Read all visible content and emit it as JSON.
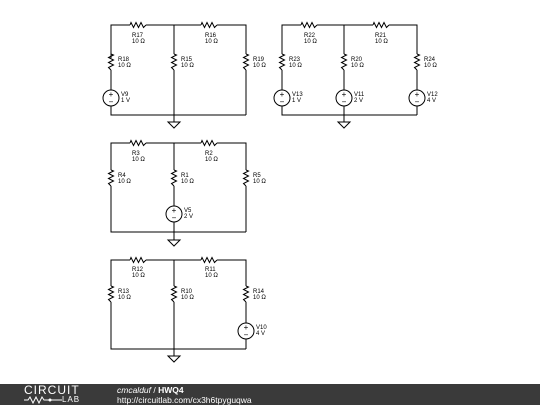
{
  "circuits": [
    {
      "id": "top-left",
      "resistors": [
        {
          "name": "R17",
          "value": "10 Ω"
        },
        {
          "name": "R16",
          "value": "10 Ω"
        },
        {
          "name": "R18",
          "value": "10 Ω"
        },
        {
          "name": "R15",
          "value": "10 Ω"
        },
        {
          "name": "R19",
          "value": "10 Ω"
        }
      ],
      "sources": [
        {
          "name": "V9",
          "value": "1 V"
        }
      ]
    },
    {
      "id": "top-right",
      "resistors": [
        {
          "name": "R22",
          "value": "10 Ω"
        },
        {
          "name": "R21",
          "value": "10 Ω"
        },
        {
          "name": "R23",
          "value": "10 Ω"
        },
        {
          "name": "R20",
          "value": "10 Ω"
        },
        {
          "name": "R24",
          "value": "10 Ω"
        }
      ],
      "sources": [
        {
          "name": "V13",
          "value": "1 V"
        },
        {
          "name": "V11",
          "value": "2 V"
        },
        {
          "name": "V12",
          "value": "4 V"
        }
      ]
    },
    {
      "id": "middle",
      "resistors": [
        {
          "name": "R3",
          "value": "10 Ω"
        },
        {
          "name": "R2",
          "value": "10 Ω"
        },
        {
          "name": "R4",
          "value": "10 Ω"
        },
        {
          "name": "R1",
          "value": "10 Ω"
        },
        {
          "name": "R5",
          "value": "10 Ω"
        }
      ],
      "sources": [
        {
          "name": "V5",
          "value": "2 V"
        }
      ]
    },
    {
      "id": "bottom",
      "resistors": [
        {
          "name": "R12",
          "value": "10 Ω"
        },
        {
          "name": "R11",
          "value": "10 Ω"
        },
        {
          "name": "R13",
          "value": "10 Ω"
        },
        {
          "name": "R10",
          "value": "10 Ω"
        },
        {
          "name": "R14",
          "value": "10 Ω"
        }
      ],
      "sources": [
        {
          "name": "V10",
          "value": "4 V"
        }
      ]
    }
  ],
  "source_symbols": {
    "plus": "+",
    "minus": "−"
  },
  "footer": {
    "logo_top": "CIRCUIT",
    "logo_bottom": "LAB",
    "user": "cmcalduf",
    "separator": " / ",
    "title": "HWQ4",
    "url": "http://circuitlab.com/cx3h6tpyguqwa"
  },
  "colors": {
    "background": "#ffffff",
    "footer": "#3a3a3a",
    "wire": "#000000"
  }
}
